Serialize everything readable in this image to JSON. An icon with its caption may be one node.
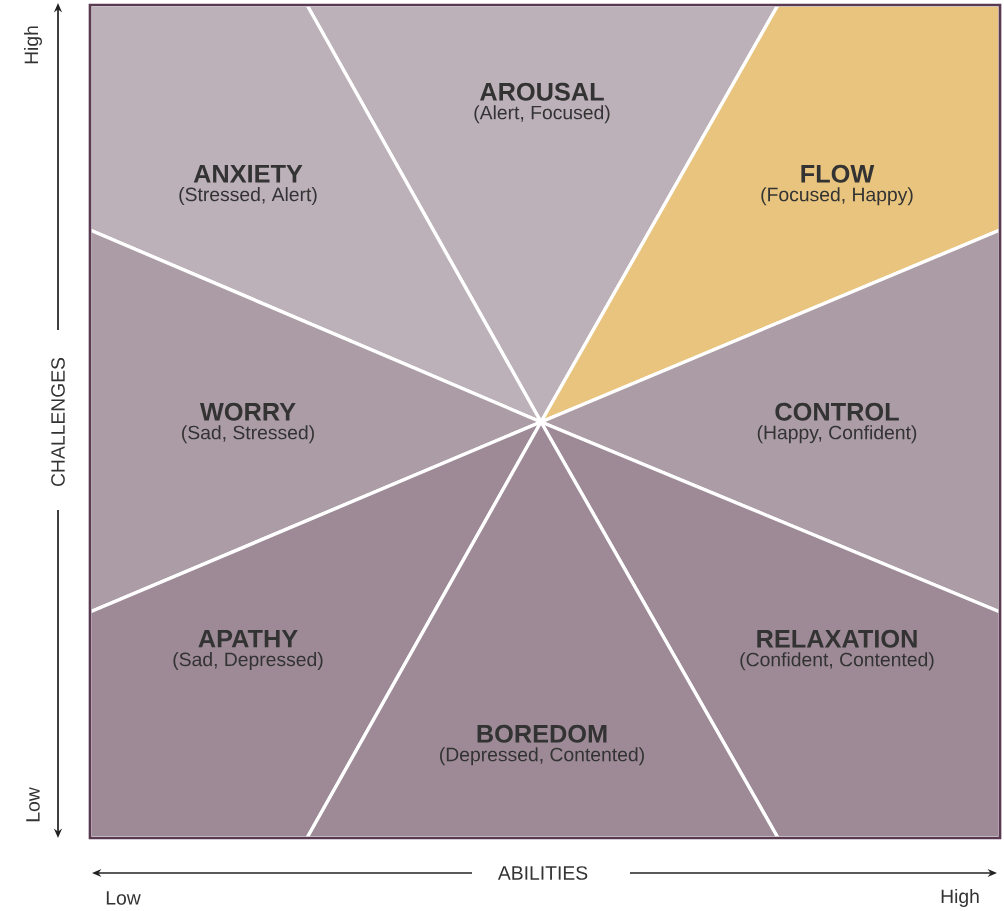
{
  "diagram": {
    "nodes": [
      {
        "text": [
          "AROUSAL",
          "(Alert, Focused)"
        ]
      },
      {
        "text": [
          "ANXIETY",
          "(Stressed, Alert)"
        ]
      },
      {
        "text": [
          "FLOW",
          "(Focused, Happy)"
        ]
      },
      {
        "text": [
          "WORRY",
          "(Sad, Stressed)"
        ]
      },
      {
        "text": [
          "CONTROL",
          "(Happy, Confident)"
        ]
      },
      {
        "text": [
          "APATHY",
          "(Sad, Depressed)"
        ]
      },
      {
        "text": [
          "RELAXATION",
          "(Confident, Contented)"
        ]
      },
      {
        "text": [
          "BOREDOM",
          "(Depressed, Contented)"
        ]
      }
    ],
    "labels": [
      "High",
      "CHALLENGES",
      "Low",
      "ABILITIES",
      "Low",
      "High"
    ]
  }
}
